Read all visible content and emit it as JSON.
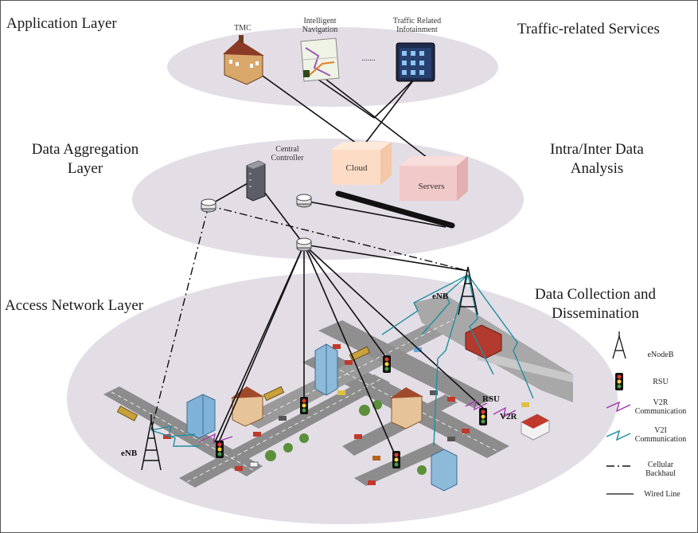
{
  "layers": {
    "application": "Application Layer",
    "aggregation_line1": "Data Aggregation",
    "aggregation_line2": "Layer",
    "access": "Access Network Layer"
  },
  "functions": {
    "services": "Traffic-related Services",
    "analysis_line1": "Intra/Inter Data",
    "analysis_line2": "Analysis",
    "collection_line1": "Data Collection and",
    "collection_line2": "Dissemination"
  },
  "app_items": {
    "tmc": "TMC",
    "nav_line1": "Intelligent",
    "nav_line2": "Navigation",
    "dots": ".......",
    "info_line1": "Traffic Related",
    "info_line2": "Infotainment"
  },
  "aggregation_items": {
    "controller_line1": "Central",
    "controller_line2": "Controller",
    "cloud": "Cloud",
    "servers": "Servers"
  },
  "access_items": {
    "enb_left": "eNB",
    "enb_right": "eNB",
    "rsu": "RSU",
    "v2r": "V2R"
  },
  "legend": {
    "enodeb": "eNodeB",
    "rsu": "RSU",
    "v2r_line1": "V2R",
    "v2r_line2": "Communication",
    "v2i_line1": "V2I",
    "v2i_line2": "Communication",
    "backhaul_line1": "Cellular",
    "backhaul_line2": "Backhaul",
    "wired": "Wired Line"
  },
  "colors": {
    "ellipse": "#e3dde6",
    "road": "#8f8f8f",
    "cloud_box": "#fcdcc4",
    "servers_box": "#f2c9c9",
    "v2r": "#a23bb0",
    "v2i": "#1f8f9f"
  }
}
